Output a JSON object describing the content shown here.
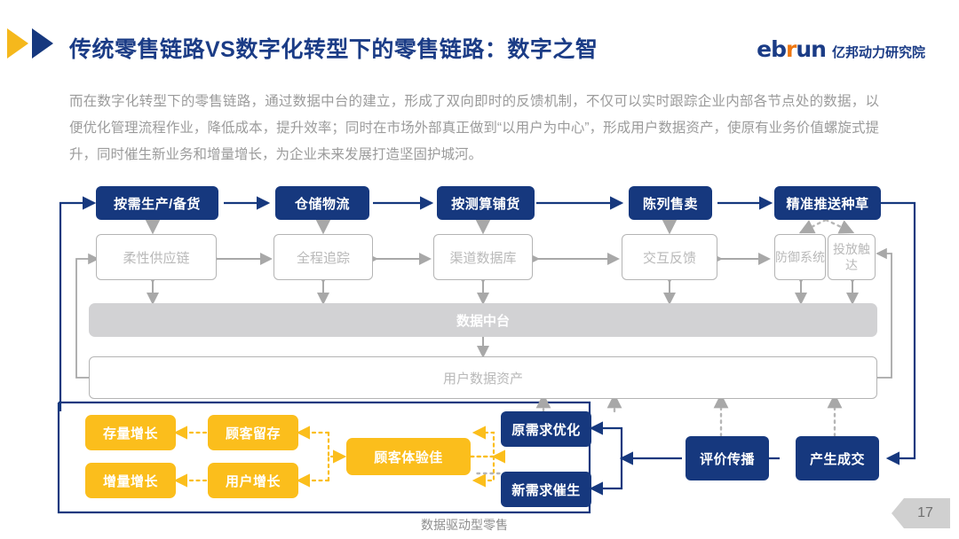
{
  "header": {
    "title": "传统零售链路VS数字化转型下的零售链路：数字之智",
    "logo_main_a": "eb",
    "logo_main_r": "r",
    "logo_main_b": "un",
    "logo_cn": "亿邦动力研究院",
    "arrow_color_left": "#f5b81c",
    "arrow_color_right": "#16387e",
    "title_color": "#1b3c86"
  },
  "body_paragraph": "而在数字化转型下的零售链路，通过数据中台的建立，形成了双向即时的反馈机制，不仅可以实时跟踪企业内部各节点处的数据，以便优化管理流程作业，降低成本，提升效率；同时在市场外部真正做到“以用户为中心”，形成用户数据资产，使原有业务价值螺旋式提升，同时催生新业务和增量增长，为企业未来发展打造坚固护城河。",
  "diagram": {
    "caption": "数据驱动型零售",
    "colors": {
      "blue": "#16387e",
      "yellow": "#fbbe1c",
      "gray_fill": "#d2d2d4",
      "gray_border": "#b4b4b4",
      "gray_text": "#b9b9b9"
    },
    "top_row": [
      {
        "label": "按需生产/备货"
      },
      {
        "label": "仓储物流"
      },
      {
        "label": "按测算铺货"
      },
      {
        "label": "陈列售卖"
      },
      {
        "label": "精准推送种草"
      }
    ],
    "second_row": [
      {
        "label": "柔性供应链"
      },
      {
        "label": "全程追踪"
      },
      {
        "label": "渠道数据库"
      },
      {
        "label": "交互反馈"
      },
      {
        "label": "防御系统"
      },
      {
        "label": "投放触达"
      }
    ],
    "platform_bar": "数据中台",
    "asset_bar": "用户数据资产",
    "yellow_nodes": [
      {
        "label": "存量增长"
      },
      {
        "label": "增量增长"
      },
      {
        "label": "顾客留存"
      },
      {
        "label": "用户增长"
      },
      {
        "label": "顾客体验佳"
      }
    ],
    "bottom_blue_nodes": [
      {
        "label": "原需求优化"
      },
      {
        "label": "新需求催生"
      },
      {
        "label": "评价传播"
      },
      {
        "label": "产生成交"
      }
    ]
  },
  "page_number": "17"
}
